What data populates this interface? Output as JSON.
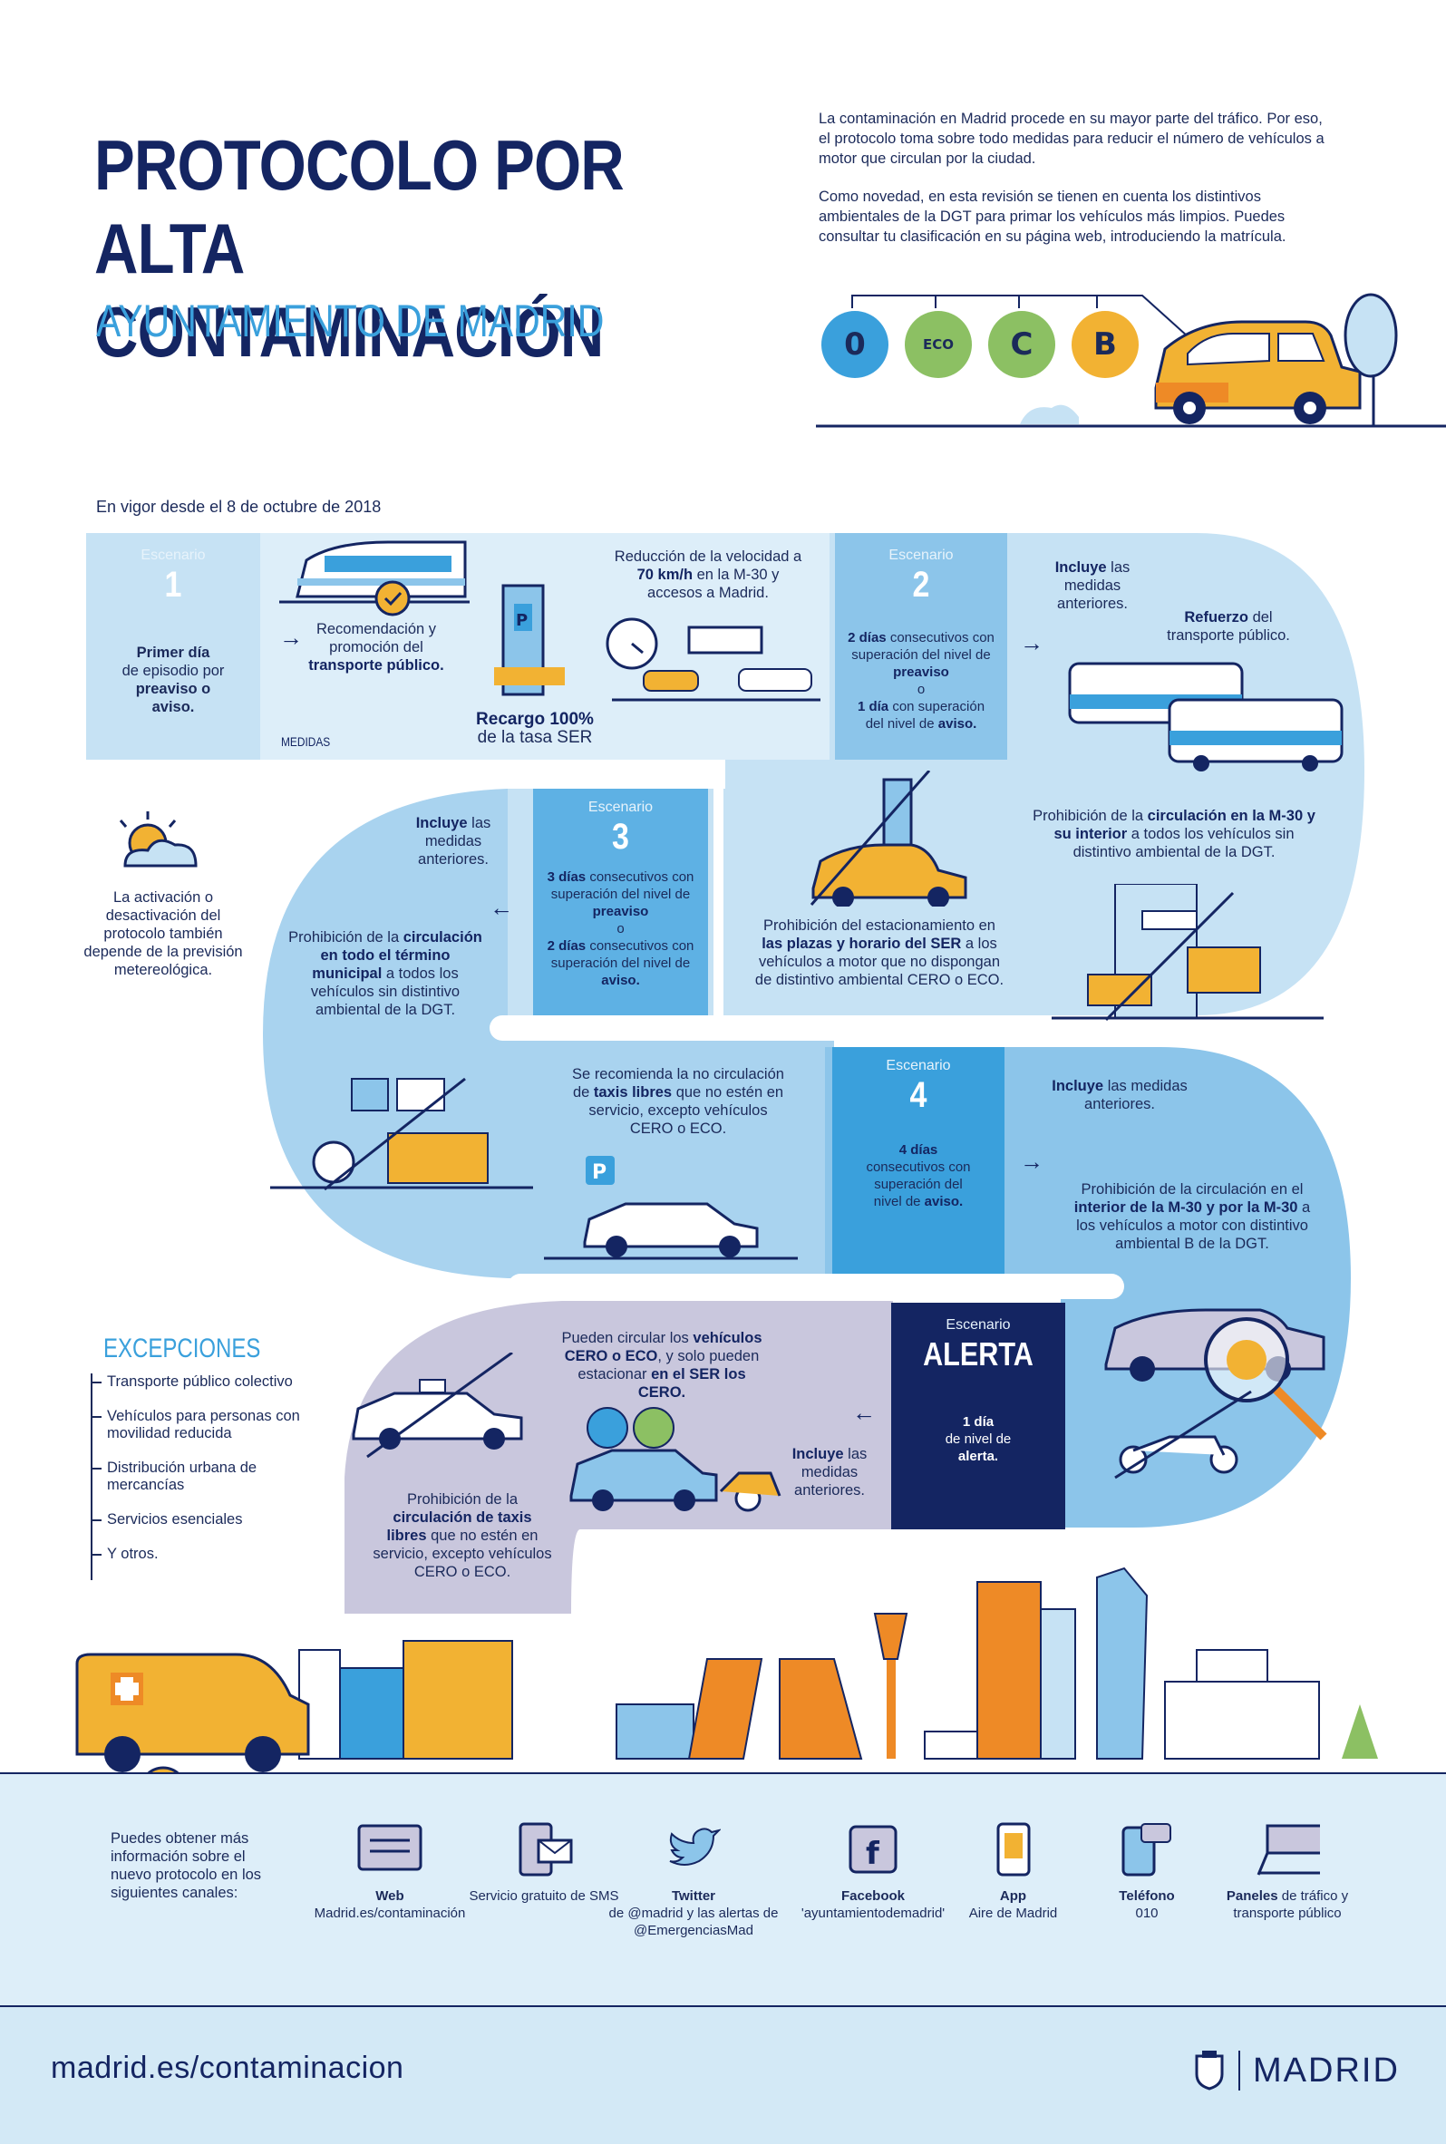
{
  "header": {
    "title_line1": "PROTOCOLO POR",
    "title_line2": "ALTA CONTAMINACIÓN",
    "subtitle": "AYUNTAMIENTO DE MADRID",
    "intro_p1": "La contaminación en Madrid procede en su mayor parte del tráfico. Por eso, el protocolo toma sobre todo medidas para reducir el número de vehículos a motor que circulan por la ciudad.",
    "intro_p2": "Como novedad, en esta revisión se tienen en cuenta los distintivos ambientales de la DGT para primar los vehículos más limpios. Puedes consultar tu clasificación en su página web, introduciendo la matrícula.",
    "badges": [
      "0",
      "ECO",
      "C",
      "B"
    ],
    "badge_colors": [
      "#3aa0dc",
      "#8cc063",
      "#8cc063",
      "#f2b233"
    ]
  },
  "vigor": "En vigor desde el 8 de octubre de 2018",
  "scenario_label": "Escenario",
  "medidas_label": "MEDIDAS",
  "scenario1": {
    "number": "1",
    "trigger_pre1": "Primer día",
    "trigger_mid": "de episodio por",
    "trigger_b": "preaviso o aviso.",
    "measure1_pre": "Recomendación y promoción del",
    "measure1_b": "transporte público.",
    "measure2_pre": "Reducción de la velocidad a",
    "measure2_b": "70 km/h",
    "measure2_post": "en la M-30 y accesos a Madrid.",
    "measure3_b": "Recargo 100%",
    "measure3_post": "de la tasa SER"
  },
  "scenario2": {
    "number": "2",
    "trigger_b1": "2 días",
    "trigger_1": "consecutivos con superación del nivel de",
    "trigger_b2": "preaviso",
    "trigger_o": "o",
    "trigger_b3": "1 día",
    "trigger_2": "con superación del nivel de",
    "trigger_b4": "aviso.",
    "includes_b": "Incluye",
    "includes": "las medidas anteriores.",
    "measure_b": "Refuerzo",
    "measure": "del transporte público."
  },
  "scenario3": {
    "number": "3",
    "trigger_b1": "3 días",
    "trigger_1": "consecutivos con superación del nivel de",
    "trigger_b2": "preaviso",
    "trigger_o": "o",
    "trigger_b3": "2 días",
    "trigger_2": "consecutivos con superación del nivel de",
    "trigger_b4": "aviso.",
    "includes_b": "Incluye",
    "includes": "las medidas anteriores.",
    "measure_park_pre": "Prohibición del estacionamiento en",
    "measure_park_b": "las plazas y horario del SER",
    "measure_park_post": "a los vehículos a motor que no dispongan de distintivo ambiental CERO o ECO.",
    "measure_m30_pre": "Prohibición de la",
    "measure_m30_b": "circulación en la M-30 y su interior",
    "measure_m30_post": "a todos los vehículos sin distintivo ambiental de la DGT.",
    "measure_city_pre": "Prohibición de la",
    "measure_city_b": "circulación en todo el término municipal",
    "measure_city_post": "a todos los vehículos sin distintivo ambiental de la DGT."
  },
  "weather_note": "La activación o desactivación del protocolo también depende de la previsión metereológica.",
  "scenario4": {
    "number": "4",
    "trigger_b1": "4 días",
    "trigger_1": "consecutivos con superación del nivel de",
    "trigger_b2": "aviso.",
    "includes_b": "Incluye",
    "includes": "las medidas anteriores.",
    "measure_pre": "Prohibición de la circulación en el",
    "measure_b": "interior de la M-30 y por la M-30",
    "measure_post": "a los vehículos a motor con distintivo ambiental B de la DGT.",
    "taxi_pre": "Se recomienda la no circulación de",
    "taxi_b": "taxis libres",
    "taxi_post": "que no estén en servicio, excepto vehículos CERO o ECO."
  },
  "alerta": {
    "label": "Escenario",
    "title": "ALERTA",
    "trigger_b1": "1 día",
    "trigger": "de nivel de",
    "trigger_b2": "alerta.",
    "includes_b": "Incluye",
    "includes": "las medidas anteriores.",
    "eco_pre": "Pueden circular los",
    "eco_b1": "vehículos CERO o ECO",
    "eco_mid": ", y solo pueden estacionar",
    "eco_b2": "en el SER los CERO.",
    "taxi_pre": "Prohibición de la",
    "taxi_b": "circulación de taxis libres",
    "taxi_post": "que no estén en servicio, excepto vehículos CERO o ECO."
  },
  "exceptions": {
    "title": "EXCEPCIONES",
    "items": [
      "Transporte público colectivo",
      "Vehículos para personas con movilidad reducida",
      "Distribución urbana de mercancías",
      "Servicios esenciales",
      "Y otros."
    ]
  },
  "channels": {
    "intro": "Puedes obtener más información sobre el nuevo protocolo en los siguientes canales:",
    "items": [
      {
        "title": "Web",
        "detail": "Madrid.es/contaminación",
        "icon": "web-icon"
      },
      {
        "title": "Servicio gratuito de SMS",
        "detail": "",
        "icon": "sms-icon"
      },
      {
        "title": "Twitter",
        "detail": "de @madrid y las alertas de @EmergenciasMad",
        "icon": "twitter-icon"
      },
      {
        "title": "Facebook",
        "detail": "'ayuntamientodemadrid'",
        "icon": "facebook-icon"
      },
      {
        "title": "App",
        "detail": "Aire de Madrid",
        "icon": "app-icon"
      },
      {
        "title": "Teléfono",
        "detail": "010",
        "icon": "phone-icon"
      },
      {
        "title": "Paneles",
        "detail": "de tráfico y transporte público",
        "icon": "panel-icon"
      }
    ]
  },
  "footer": {
    "url": "madrid.es/contaminacion",
    "brand": "MADRID"
  },
  "colors": {
    "navy": "#142562",
    "blue": "#3aa0dc",
    "light_blue": "#c6e2f4",
    "lighter_blue": "#ddeef9",
    "mid_blue": "#8cc5ea",
    "lilac": "#c9c7dd",
    "yellow": "#f2b233",
    "orange": "#ee8a26"
  }
}
